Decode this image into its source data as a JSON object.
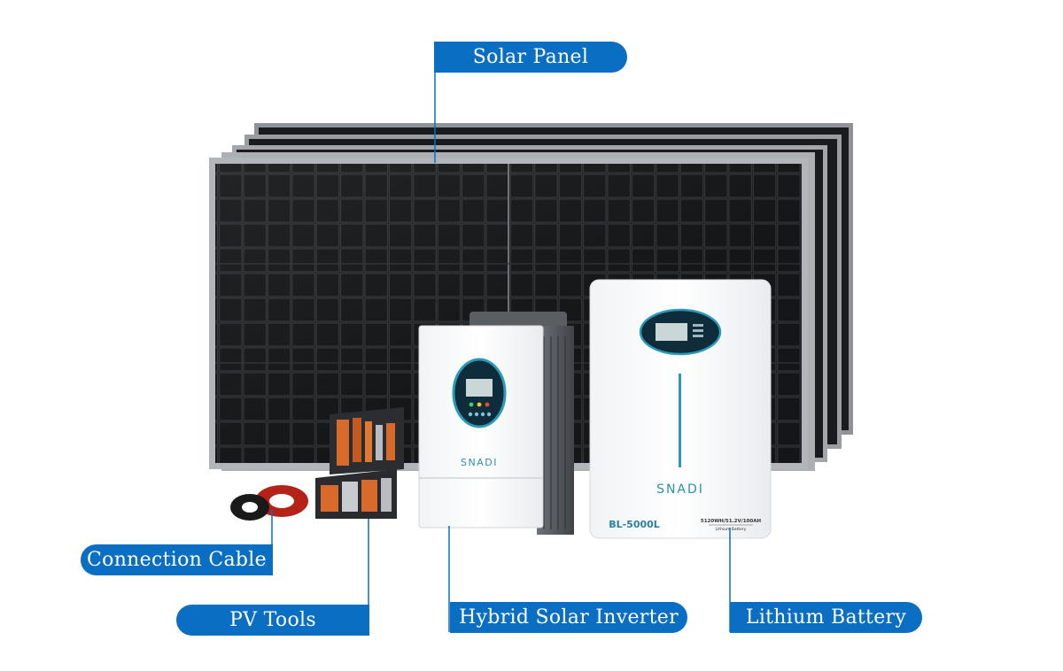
{
  "labels": {
    "solar_panel": "Solar Panel",
    "connection_cable": "Connection Cable",
    "pv_tools": "PV Tools",
    "hybrid_inverter": "Hybrid Solar Inverter",
    "lithium_battery": "Lithium Battery"
  },
  "inverter": {
    "brand": "SNADI"
  },
  "battery": {
    "brand": "SNADI",
    "model": "BL-5000L",
    "spec": "5120WH/51.2V/100AH",
    "type": "Lithium Battery"
  },
  "colors": {
    "label_blue": "#0a6fc2",
    "panel_cell": "#1b1b1d",
    "frame": "#a9adb2",
    "accent_teal": "#2a9bb8"
  }
}
